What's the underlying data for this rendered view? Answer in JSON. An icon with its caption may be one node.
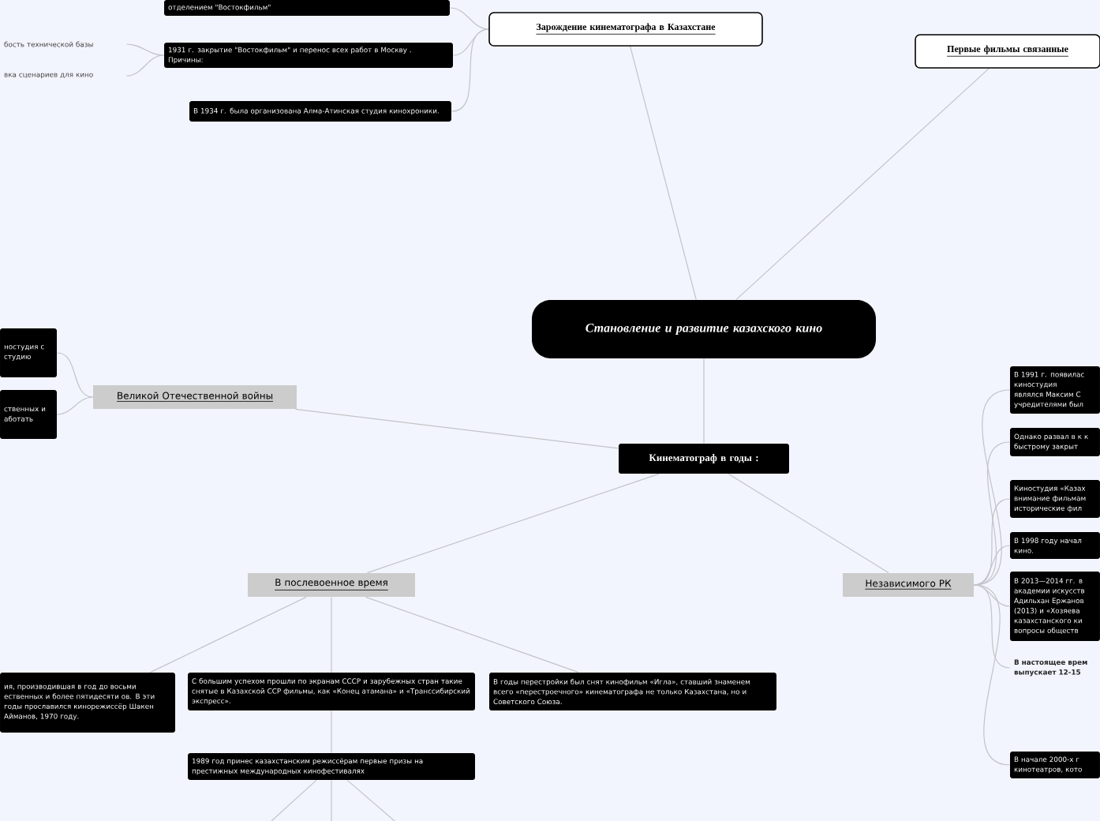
{
  "diagram": {
    "nodes": [
      {
        "text": [
          "Становление и развитие казахского кино"
        ]
      },
      {
        "text": [
          "Зарождение кинематографа в Казахстане"
        ]
      },
      {
        "text": [
          "Первые фильмы связанные"
        ]
      },
      {
        "text": [
          "отделением \"Востокфильм\""
        ]
      },
      {
        "text": [
          "1931 г. закрытие \"Востокфильм\" и перенос всех работ в Москву . Причины:"
        ]
      },
      {
        "text": [
          "бость технической базы"
        ]
      },
      {
        "text": [
          "вка сценариев для кино"
        ]
      },
      {
        "text": [
          "В 1934 г. была организована Алма-Атинская студия кинохроники."
        ]
      },
      {
        "text": [
          "Кинематограф в годы :"
        ]
      },
      {
        "text": [
          "Великой Отечественной войны"
        ]
      },
      {
        "text": [
          "ностудия с студию"
        ]
      },
      {
        "text": [
          "ственных и аботать"
        ]
      },
      {
        "text": [
          "В послевоенное время"
        ]
      },
      {
        "text": [
          "Независимого РК"
        ]
      },
      {
        "text": [
          "ия, производившая в год до восьми ественных и более пятидесяти ов. В эти годы прославился кинорежиссёр Шакен Айманов, 1970 году."
        ]
      },
      {
        "text": [
          "С большим успехом прошли по экранам СССР и зарубежных стран такие снятые в Казахской ССР фильмы, как «Конец атамана» и «Транссибирский экспресс»."
        ]
      },
      {
        "text": [
          "В годы перестройки был снят кинофильм «Игла», ставший знаменем всего «перестроечного» кинематографа не только Казахстана, но и Советского Союза."
        ]
      },
      {
        "text": [
          "1989 год принес казахстанским режиссёрам первые призы на престижных международных кинофестивалях"
        ]
      },
      {
        "text": [
          "В 1991 г. появилас киностудия являлся Максим С учредителями был"
        ]
      },
      {
        "text": [
          "Однако развал в к к быстрому закрыт"
        ]
      },
      {
        "text": [
          "Киностудия «Казах внимание фильмам исторические фил"
        ]
      },
      {
        "text": [
          "В 1998 году начал кино."
        ]
      },
      {
        "text": [
          "В 2013—2014 гг. в академии искусств Адильхан Ержанов (2013) и «Хозяева казахстанского ки вопросы обществ"
        ]
      },
      {
        "text": [
          "В настоящее врем выпускает 12-15"
        ]
      },
      {
        "text": [
          "В начале 2000-х г кинотеатров, кото"
        ]
      }
    ],
    "edges": [
      {
        "from": 0,
        "to": 1,
        "arrow": "none"
      },
      {
        "from": 0,
        "to": 2,
        "arrow": "none"
      },
      {
        "from": 0,
        "to": 8,
        "arrow": "none"
      },
      {
        "from": 1,
        "to": 3,
        "arrow": "none"
      },
      {
        "from": 1,
        "to": 4,
        "arrow": "none"
      },
      {
        "from": 1,
        "to": 7,
        "arrow": "none"
      },
      {
        "from": 4,
        "to": 5,
        "arrow": "none"
      },
      {
        "from": 4,
        "to": 6,
        "arrow": "none"
      },
      {
        "from": 8,
        "to": 9,
        "arrow": "none"
      },
      {
        "from": 8,
        "to": 12,
        "arrow": "none"
      },
      {
        "from": 8,
        "to": 13,
        "arrow": "none"
      },
      {
        "from": 9,
        "to": 10,
        "arrow": "none"
      },
      {
        "from": 9,
        "to": 11,
        "arrow": "none"
      },
      {
        "from": 12,
        "to": 14,
        "arrow": "none"
      },
      {
        "from": 12,
        "to": 15,
        "arrow": "none"
      },
      {
        "from": 12,
        "to": 16,
        "arrow": "none"
      },
      {
        "from": 15,
        "to": 17,
        "arrow": "none"
      },
      {
        "from": 13,
        "to": 18,
        "arrow": "none"
      },
      {
        "from": 13,
        "to": 19,
        "arrow": "none"
      },
      {
        "from": 13,
        "to": 20,
        "arrow": "none"
      },
      {
        "from": 13,
        "to": 21,
        "arrow": "none"
      },
      {
        "from": 13,
        "to": 22,
        "arrow": "none"
      },
      {
        "from": 13,
        "to": 23,
        "arrow": "none"
      },
      {
        "from": 13,
        "to": 24,
        "arrow": "none"
      },
      {
        "from": 17,
        "to": null,
        "arrow": "none"
      },
      {
        "from": 17,
        "to": null,
        "arrow": "none"
      },
      {
        "from": 17,
        "to": null,
        "arrow": "none"
      }
    ]
  }
}
